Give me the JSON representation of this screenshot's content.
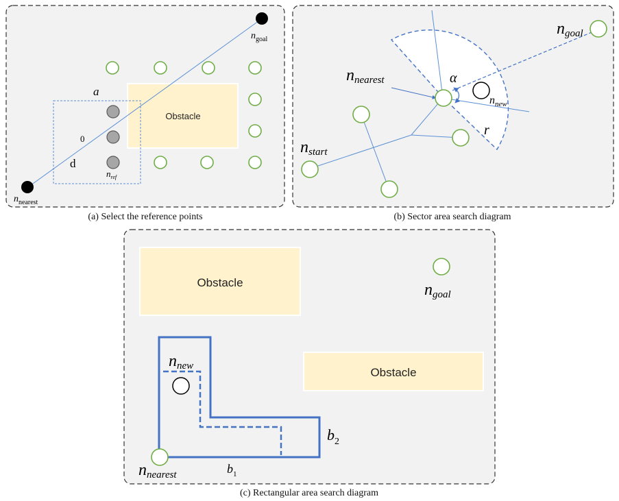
{
  "panel_a": {
    "caption": "(a)  Select the reference points",
    "obstacle_label": "Obstacle",
    "label_a": "a",
    "label_theta": "0",
    "label_d": "d",
    "n": "n",
    "goal_sub": "goal",
    "nearest_sub": "nearest",
    "ref_sub": "ref"
  },
  "panel_b": {
    "caption": "(b)  Sector area search diagram",
    "n": "n",
    "goal_sub": "goal",
    "nearest_sub": "nearest",
    "new_sub": "new",
    "start_sub": "start",
    "label_alpha": "α",
    "label_r": "r"
  },
  "panel_c": {
    "caption": "(c)  Rectangular area search diagram",
    "obstacle1_label": "Obstacle",
    "obstacle2_label": "Obstacle",
    "n": "n",
    "goal_sub": "goal",
    "new_sub": "new",
    "nearest_sub": "nearest",
    "b": "b",
    "b1_sub": "1",
    "b2_sub": "2"
  },
  "colors": {
    "obstacle_fill": "#fff2cc",
    "node_stroke": "#70ad47",
    "search_blue": "#4472c4",
    "panel_bg": "#f2f2f2"
  }
}
